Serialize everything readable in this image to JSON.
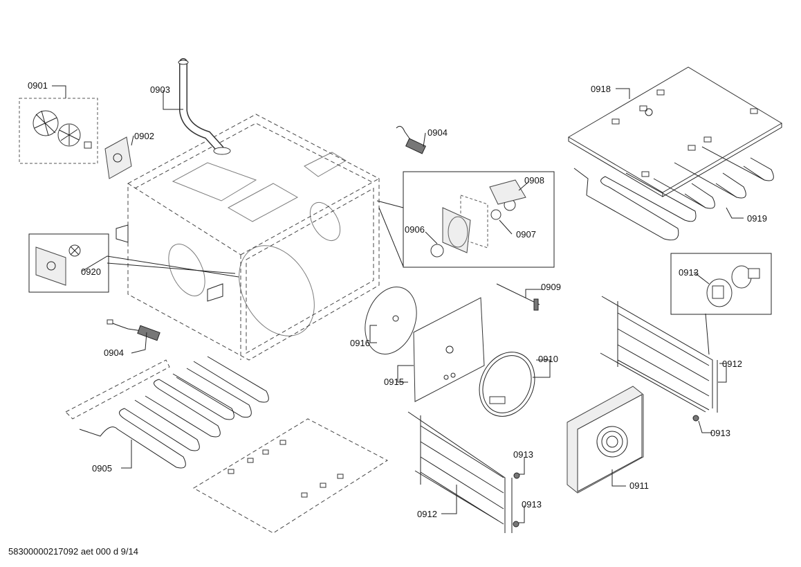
{
  "callouts": [
    {
      "id": "c0901",
      "text": "0901"
    },
    {
      "id": "c0902",
      "text": "0902"
    },
    {
      "id": "c0903",
      "text": "0903"
    },
    {
      "id": "c0904a",
      "text": "0904"
    },
    {
      "id": "c0904b",
      "text": "0904"
    },
    {
      "id": "c0905",
      "text": "0905"
    },
    {
      "id": "c0906",
      "text": "0906"
    },
    {
      "id": "c0907",
      "text": "0907"
    },
    {
      "id": "c0908",
      "text": "0908"
    },
    {
      "id": "c0909",
      "text": "0909"
    },
    {
      "id": "c0910",
      "text": "0910"
    },
    {
      "id": "c0911",
      "text": "0911"
    },
    {
      "id": "c0912a",
      "text": "0912"
    },
    {
      "id": "c0912b",
      "text": "0912"
    },
    {
      "id": "c0913a",
      "text": "0913"
    },
    {
      "id": "c0913b",
      "text": "0913"
    },
    {
      "id": "c0913c",
      "text": "0913"
    },
    {
      "id": "c0913d",
      "text": "0913"
    },
    {
      "id": "c0915",
      "text": "0915"
    },
    {
      "id": "c0916",
      "text": "0916"
    },
    {
      "id": "c0918",
      "text": "0918"
    },
    {
      "id": "c0919",
      "text": "0919"
    },
    {
      "id": "c0920",
      "text": "0920"
    }
  ],
  "footer": {
    "doc_id": "58300000217092 aet 000 d 9/14"
  }
}
